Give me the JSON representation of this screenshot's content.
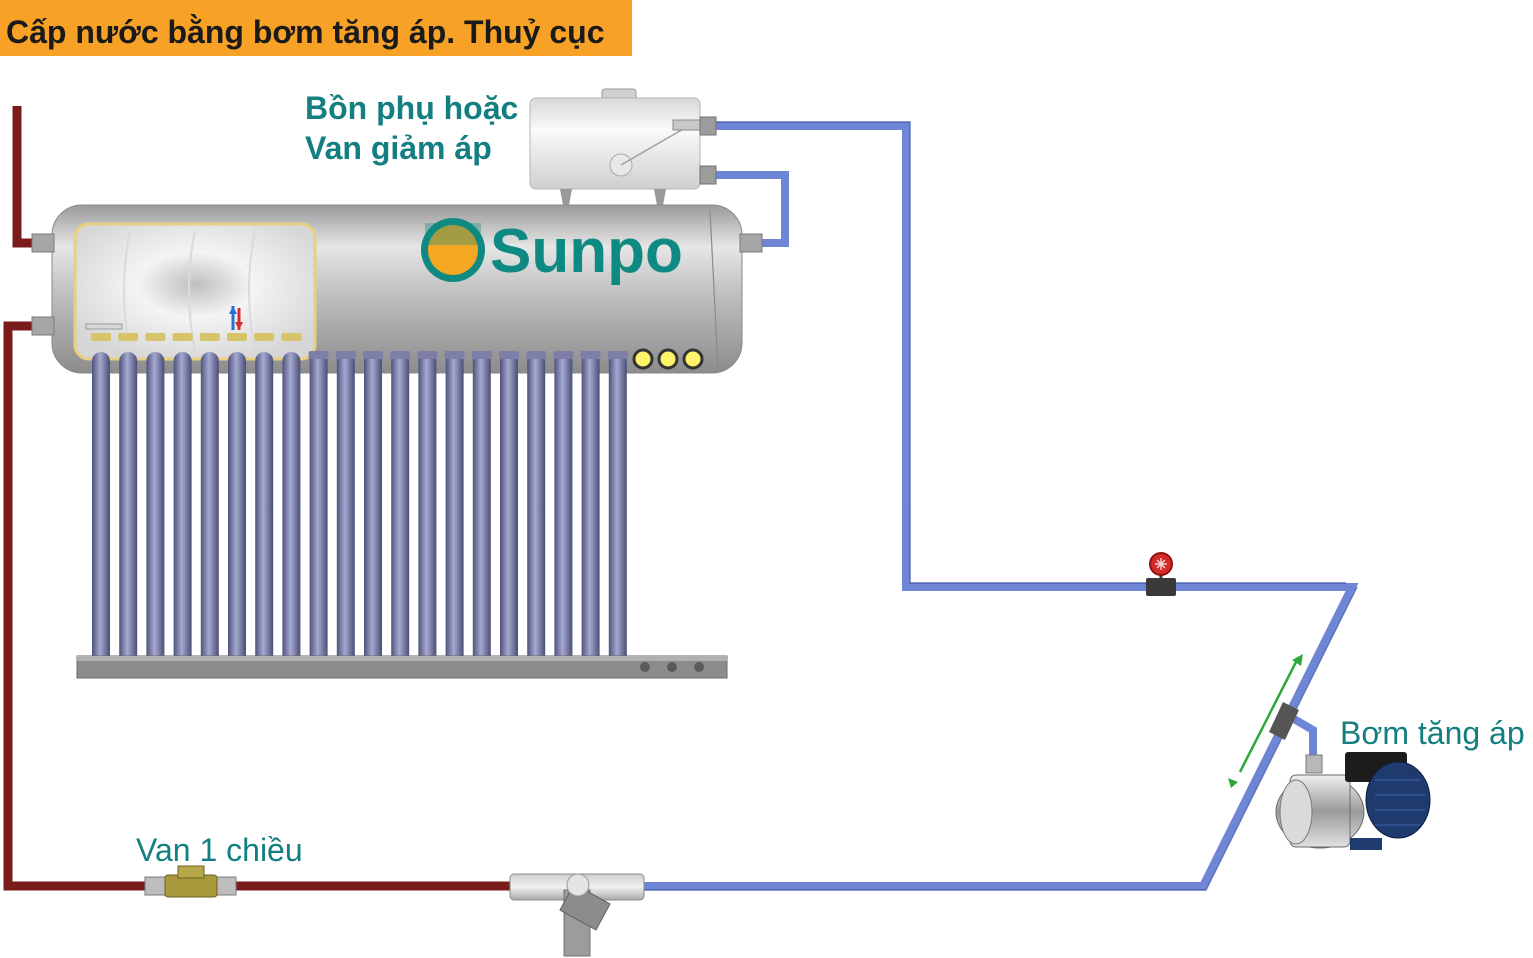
{
  "title": "Cấp nước bằng bơm tăng áp. Thuỷ cục",
  "aux_tank_label_line1": "Bồn phụ hoặc",
  "aux_tank_label_line2": "Van giảm áp",
  "pump_label": "Bơm tăng áp",
  "check_valve_label": "Van 1 chiều",
  "brand": "Sunpo",
  "colors": {
    "banner": "#f7a127",
    "label_teal": "#147f80",
    "hot_pipe": "#7a1c1c",
    "cold_pipe": "#6f86d6",
    "brand_text": "#0e8a82",
    "logo_orange": "#f5a623",
    "tube": "#6c6f9a",
    "valve_red": "#d42a2a",
    "flow_arrow": "#2fa83a"
  },
  "icons": [
    "gate-valve-icon",
    "check-valve-icon",
    "booster-pump-icon",
    "hot-cold-icon",
    "sunpo-logo-icon"
  ]
}
